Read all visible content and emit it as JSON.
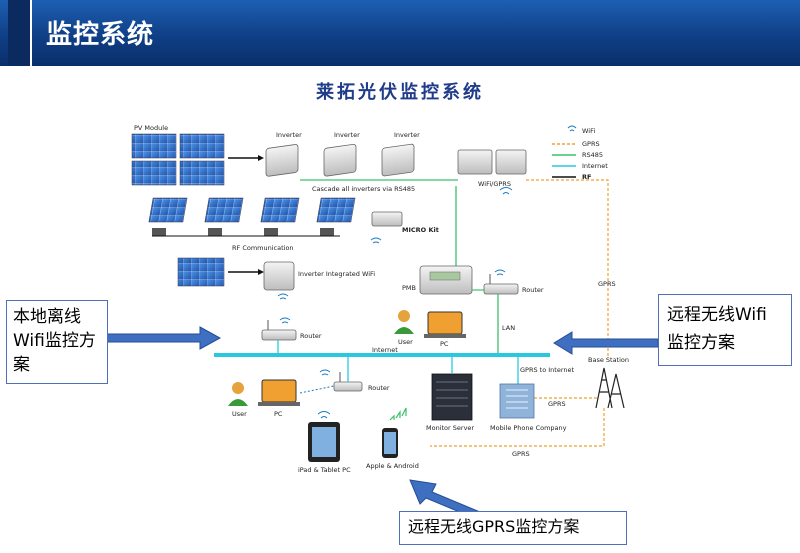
{
  "header": {
    "title": "监控系统"
  },
  "diagram": {
    "title": "莱拓光伏监控系统",
    "labels": {
      "pv_module": "PV Module",
      "inverter": "Inverter",
      "cascade": "Cascade all inverters via RS485",
      "wifi_gprs": "WiFi/GPRS",
      "micro_kit": "MICRO Kit",
      "rf_communication": "RF Communication",
      "inverter_integrated_wifi": "Inverter Integrated WiFi",
      "pmb": "PMB",
      "router": "Router",
      "lan": "LAN",
      "user": "User",
      "pc": "PC",
      "internet": "Internet",
      "gprs_to_internet": "GPRS to Internet",
      "base_station": "Base Station",
      "gprs": "GPRS",
      "monitor_server": "Monitor Server",
      "mobile_phone_company": "Mobile Phone Company",
      "ipad_tablet": "iPad & Tablet PC",
      "apple_android": "Apple & Android"
    },
    "legend": [
      {
        "label": "WiFi",
        "color": "#1a7abf"
      },
      {
        "label": "GPRS",
        "color": "#f0a030"
      },
      {
        "label": "RS485",
        "color": "#3cc06a"
      },
      {
        "label": "Internet",
        "color": "#28c8e0"
      },
      {
        "label": "RF",
        "color": "#111111"
      }
    ]
  },
  "callouts": {
    "left": "本地离线Wifi监控方案",
    "right": "远程无线Wifi监控方案",
    "bottom": "远程无线GPRS监控方案"
  }
}
